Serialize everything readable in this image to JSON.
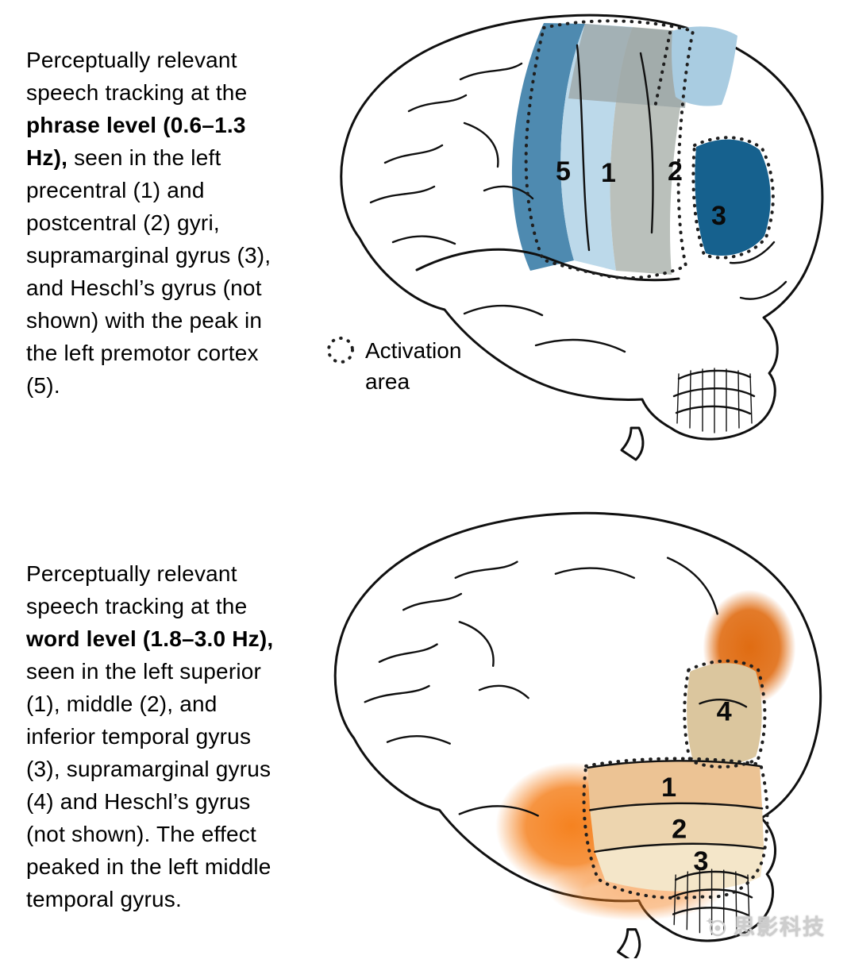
{
  "panel1": {
    "caption": {
      "pre": "Perceptually relevant speech tracking at the ",
      "bold": "phrase level (0.6–1.3 Hz),",
      "post": " seen in the left precentral (1) and postcentral (2) gyri, supramarginal gyrus (3), and Heschl’s gyrus (not shown) with the peak in the left premotor cortex (5)."
    },
    "region_labels": [
      "5",
      "1",
      "2",
      "3"
    ],
    "legend_label": "Activation area"
  },
  "panel2": {
    "caption": {
      "pre": "Perceptually relevant speech tracking at the ",
      "bold": "word level (1.8–3.0 Hz),",
      "post": " seen in the left superior (1), middle (2), and inferior temporal gyrus (3), supramarginal gyrus (4) and Heschl’s gyrus (not shown). The effect peaked in the left middle temporal gyrus."
    },
    "region_labels": [
      "4",
      "1",
      "2",
      "3"
    ]
  },
  "watermark": {
    "text": "思影科技"
  },
  "colors": {
    "premotor_blue": "#4E8AB0",
    "precentral_light_blue": "#BCD9EA",
    "postcentral_gray": "#BAC0BB",
    "superior_gray": "#9CA6A8",
    "supramarginal_dark_blue": "#16618E",
    "parietal_light_blue": "#A9CCE1",
    "activation_tan": "#E7DDC7",
    "word_orange_bright": "#F58220",
    "word_orange_deep": "#E06C12",
    "temporal_band_1": "#ECC394",
    "temporal_band_2": "#EDD5AF",
    "temporal_band_3": "#F4E6C9",
    "supramarginal_tan": "#DBC69E"
  }
}
